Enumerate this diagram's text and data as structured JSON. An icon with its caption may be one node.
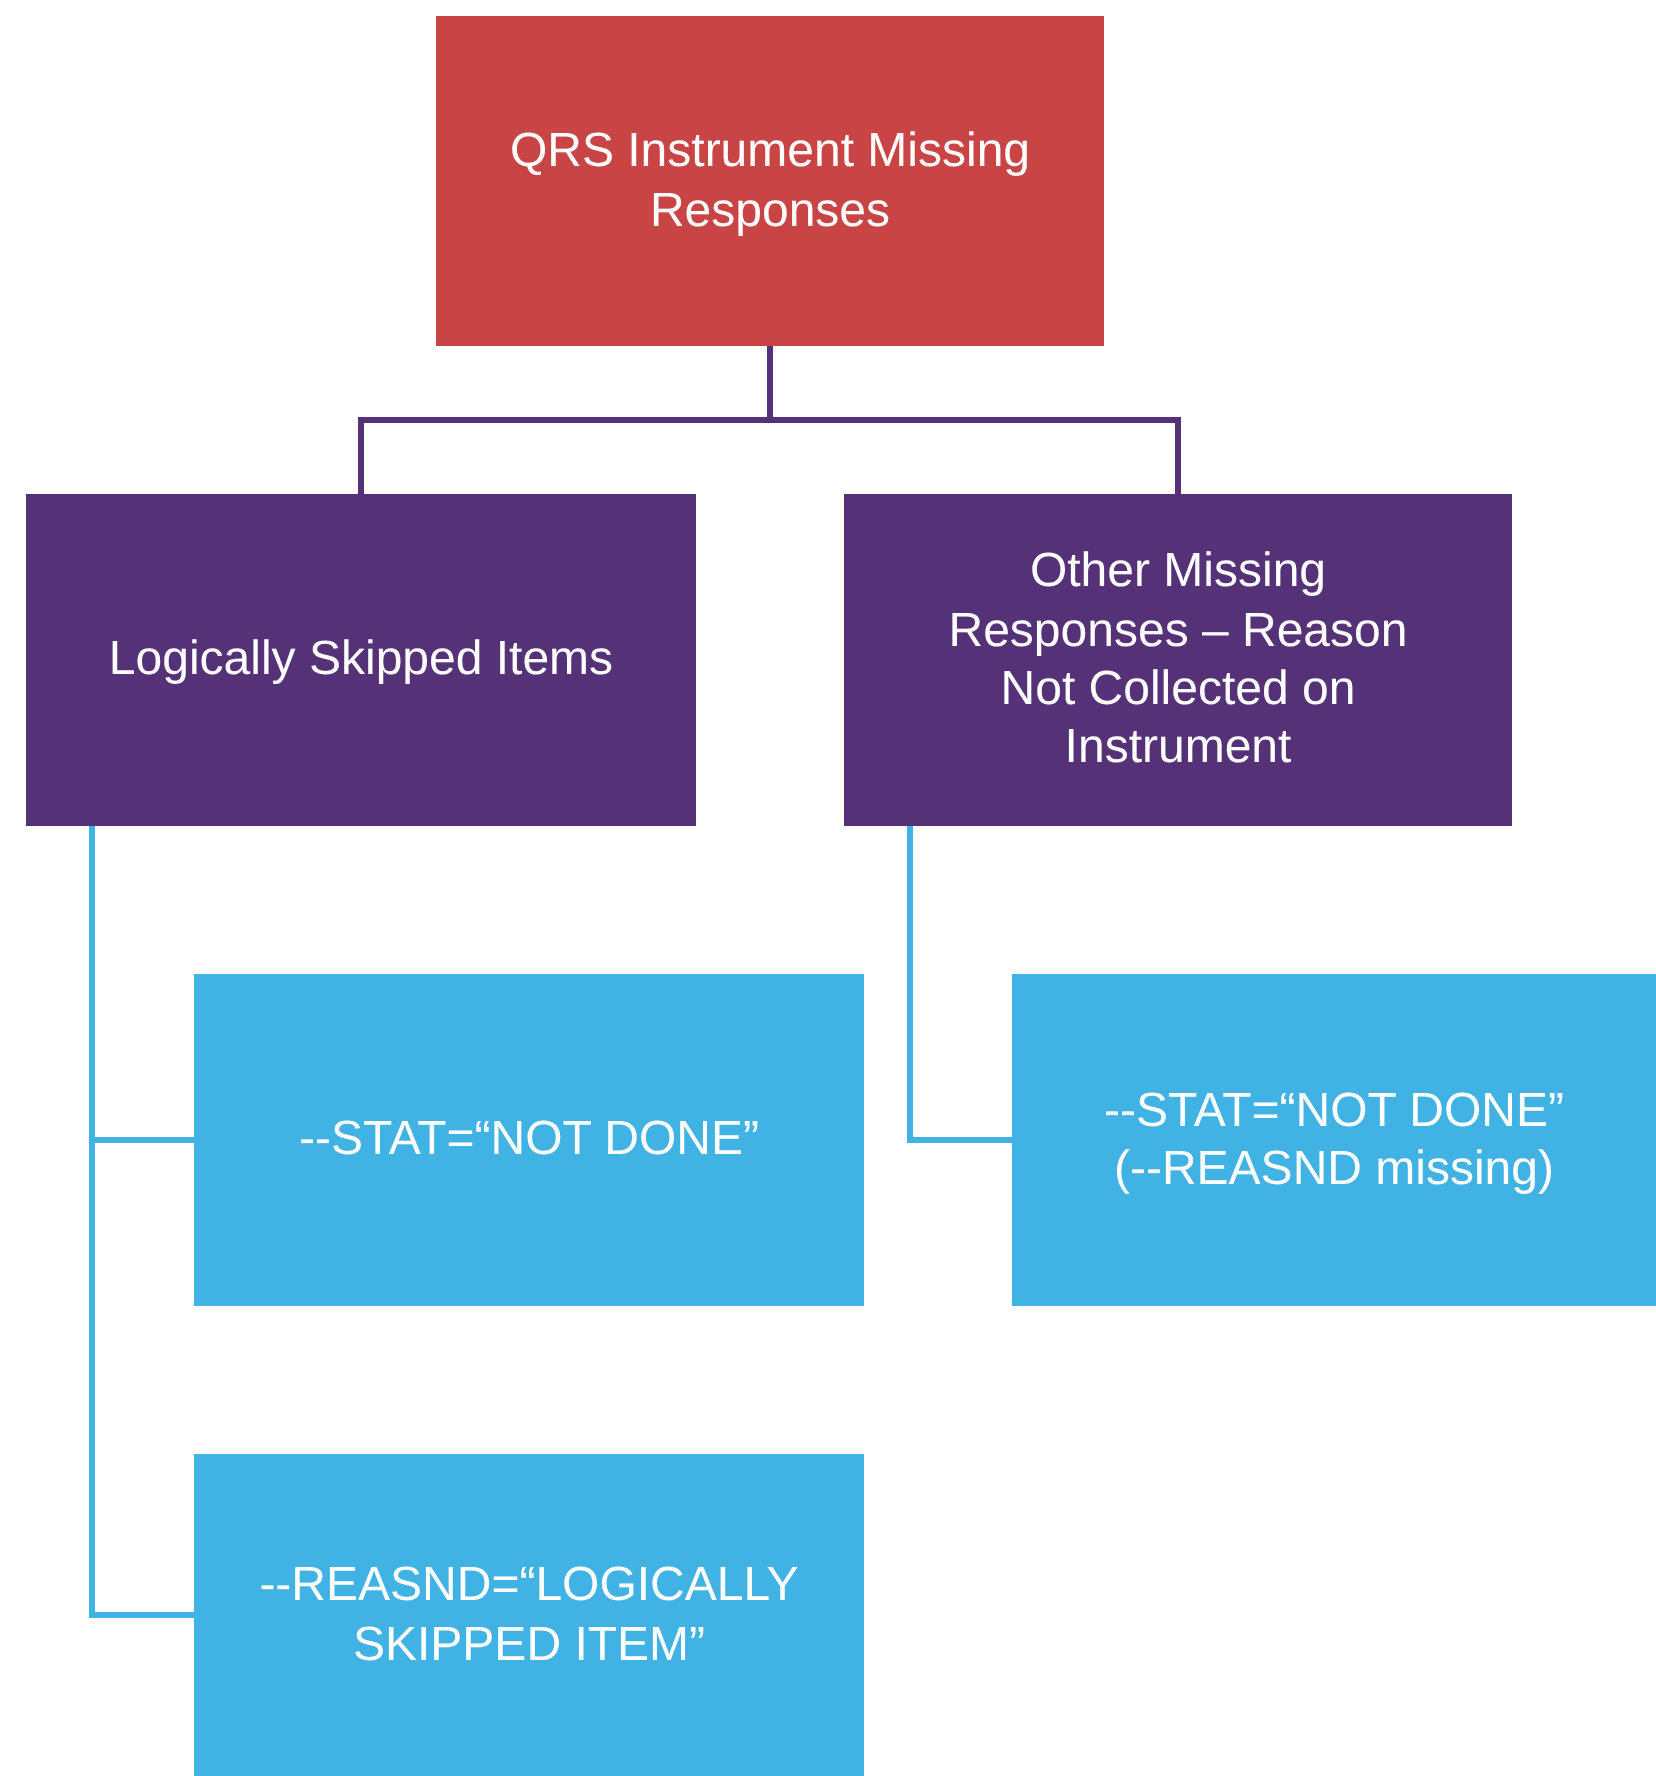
{
  "diagram": {
    "nodes": [
      {
        "text": [
          "QRS Instrument Missing Responses"
        ]
      },
      {
        "text": [
          "Logically Skipped Items"
        ]
      },
      {
        "text": [
          "Other Missing Responses – Reason Not Collected on Instrument"
        ]
      },
      {
        "text": [
          "--STAT=“NOT DONE”"
        ]
      },
      {
        "text": [
          "--REASND=“LOGICALLY SKIPPED ITEM”"
        ]
      },
      {
        "text": [
          "--STAT=“NOT DONE” (--REASND missing)"
        ]
      }
    ],
    "edges": [
      {
        "from": 0,
        "to": 1,
        "arrow": "none",
        "color": "#553277"
      },
      {
        "from": 0,
        "to": 2,
        "arrow": "none",
        "color": "#553277"
      },
      {
        "from": 1,
        "to": 3,
        "arrow": "none"
      },
      {
        "from": 1,
        "to": 4,
        "arrow": "none"
      },
      {
        "from": 2,
        "to": 5,
        "arrow": "none"
      }
    ]
  }
}
